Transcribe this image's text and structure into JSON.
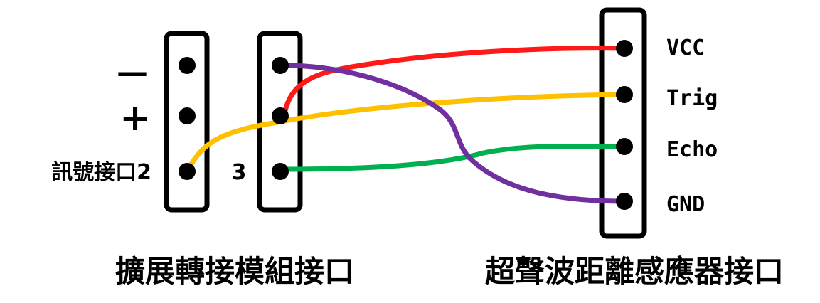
{
  "expansion": {
    "minus_label": "—",
    "plus_label": "+",
    "signal_label": "訊號接口2",
    "port3_label": "3",
    "title": "擴展轉接模組接口"
  },
  "sensor": {
    "pins": [
      "VCC",
      "Trig",
      "Echo",
      "GND"
    ],
    "title": "超聲波距離感應器接口"
  },
  "wires": [
    {
      "name": "vcc-wire",
      "color": "#ff1a1a",
      "from": "3-middle",
      "to": "VCC"
    },
    {
      "name": "trig-wire",
      "color": "#ffc000",
      "from": "訊號接口2-signal",
      "to": "Trig"
    },
    {
      "name": "echo-wire",
      "color": "#00b050",
      "from": "3-bottom",
      "to": "Echo"
    },
    {
      "name": "gnd-wire",
      "color": "#7030a0",
      "from": "3-top",
      "to": "GND"
    }
  ]
}
